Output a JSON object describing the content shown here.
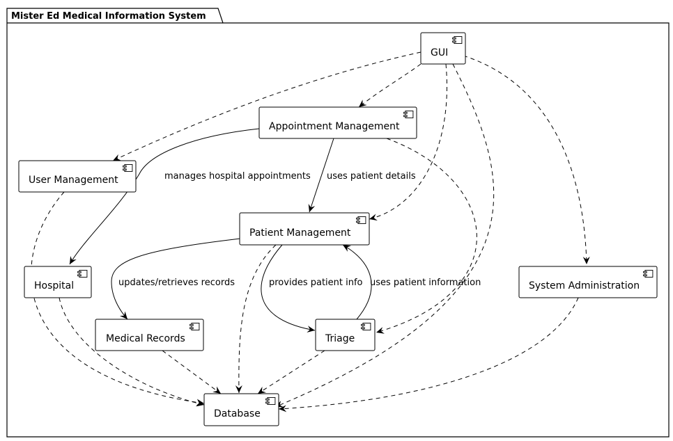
{
  "package": {
    "title": "Mister Ed Medical Information System"
  },
  "components": {
    "gui": "GUI",
    "appointment_management": "Appointment Management",
    "user_management": "User Management",
    "patient_management": "Patient Management",
    "hospital": "Hospital",
    "medical_records": "Medical Records",
    "triage": "Triage",
    "system_administration": "System Administration",
    "database": "Database"
  },
  "relations": {
    "appointment_to_hospital": "manages hospital appointments",
    "appointment_to_patient": "uses patient details",
    "patient_to_records": "updates/retrieves records",
    "patient_to_triage": "provides patient info",
    "triage_to_patient": "uses patient information"
  },
  "colors": {
    "line": "#000000",
    "box_fill": "#ffffff",
    "background": "#ffffff"
  }
}
